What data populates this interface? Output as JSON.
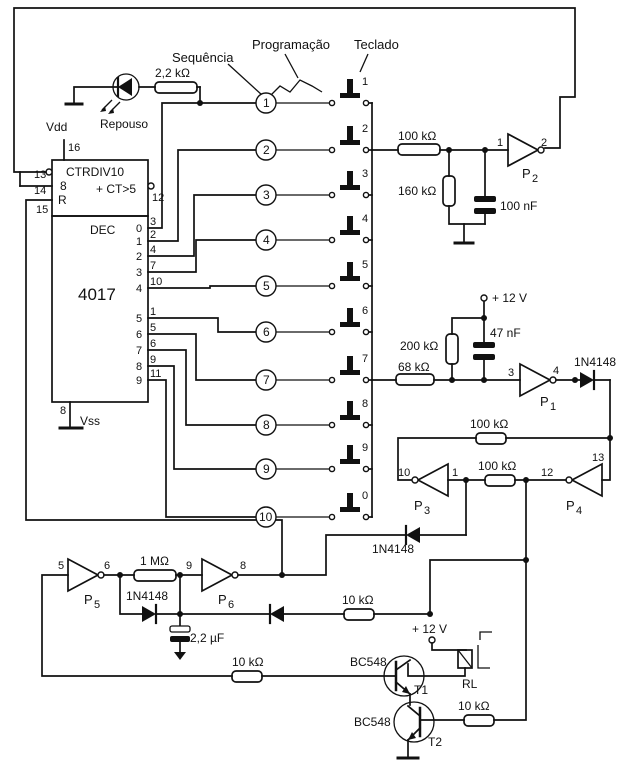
{
  "chip": {
    "ctr_label": "CTRDIV10",
    "ct_label": "+ CT>5",
    "dec_label": "DEC",
    "name": "4017",
    "vdd": "Vdd",
    "vss": "Vss",
    "r_label": "R",
    "in_label": "8",
    "pins_left": [
      "13",
      "14",
      "15"
    ],
    "pin_vdd": "16",
    "pin_ct": "12",
    "pin_vss": "8",
    "outputs": [
      {
        "index": "0",
        "pin": "3"
      },
      {
        "index": "1",
        "pin": "2"
      },
      {
        "index": "2",
        "pin": "4"
      },
      {
        "index": "3",
        "pin": "7"
      },
      {
        "index": "4",
        "pin": "10"
      },
      {
        "index": "5",
        "pin": "1"
      },
      {
        "index": "6",
        "pin": "5"
      },
      {
        "index": "7",
        "pin": "6"
      },
      {
        "index": "8",
        "pin": "9"
      },
      {
        "index": "9",
        "pin": "11"
      }
    ]
  },
  "labels": {
    "sequencia": "Sequência",
    "programacao": "Programação",
    "teclado": "Teclado",
    "repouso": "Repouso"
  },
  "nodes": [
    "1",
    "2",
    "3",
    "4",
    "5",
    "6",
    "7",
    "8",
    "9",
    "10"
  ],
  "keys": [
    "1",
    "2",
    "3",
    "4",
    "5",
    "6",
    "7",
    "8",
    "9",
    "0"
  ],
  "components": {
    "r_led": "2,2 kΩ",
    "r_100k_a": "100 kΩ",
    "r_160k": "160 kΩ",
    "c_100n": "100 nF",
    "vplus_a": "+ 12 V",
    "r_200k": "200 kΩ",
    "c_47n": "47 nF",
    "r_68k": "68 kΩ",
    "d_top": "1N4148",
    "r_100k_b": "100 kΩ",
    "r_100k_c": "100 kΩ",
    "d_mid": "1N4148",
    "r_1m": "1 MΩ",
    "d_low": "1N4148",
    "c_2u2": "2,2 µF",
    "r_10k_a": "10 kΩ",
    "vplus_b": "+ 12 V",
    "r_10k_b": "10 kΩ",
    "r_10k_c": "10 kΩ",
    "t1_type": "BC548",
    "t2_type": "BC548",
    "t1": "T1",
    "t2": "T2",
    "rl": "RL"
  },
  "gates": {
    "p2": {
      "name": "P",
      "sub": "2",
      "in": "1",
      "out": "2"
    },
    "p1": {
      "name": "P",
      "sub": "1",
      "in": "3",
      "out": "4"
    },
    "p3": {
      "name": "P",
      "sub": "3",
      "in": "1",
      "out": "10"
    },
    "p4": {
      "name": "P",
      "sub": "4",
      "in": "13",
      "out": "12"
    },
    "p5": {
      "name": "P",
      "sub": "5",
      "in": "5",
      "out": "6"
    },
    "p6": {
      "name": "P",
      "sub": "6",
      "in": "9",
      "out": "8"
    }
  }
}
